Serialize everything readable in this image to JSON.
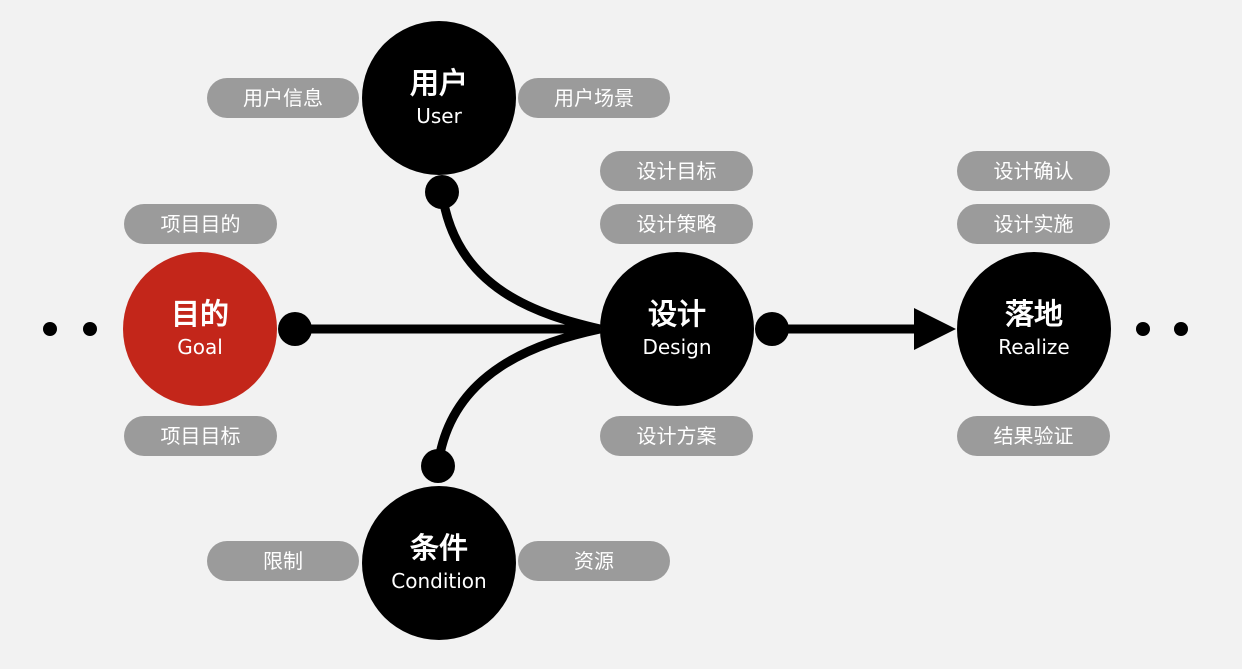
{
  "nodes": {
    "goal": {
      "zh": "目的",
      "en": "Goal",
      "color": "#c3261a"
    },
    "user": {
      "zh": "用户",
      "en": "User"
    },
    "design": {
      "zh": "设计",
      "en": "Design"
    },
    "condition": {
      "zh": "条件",
      "en": "Condition"
    },
    "realize": {
      "zh": "落地",
      "en": "Realize"
    }
  },
  "tags": {
    "goal": [
      "项目目的",
      "项目目标"
    ],
    "user": [
      "用户信息",
      "用户场景"
    ],
    "design": [
      "设计目标",
      "设计策略",
      "设计方案"
    ],
    "condition": [
      "限制",
      "资源"
    ],
    "realize": [
      "设计确认",
      "设计实施",
      "结果验证"
    ]
  },
  "colors": {
    "background": "#f2f2f2",
    "node": "#000000",
    "accent": "#c3261a",
    "tag": "#9b9b9b"
  }
}
